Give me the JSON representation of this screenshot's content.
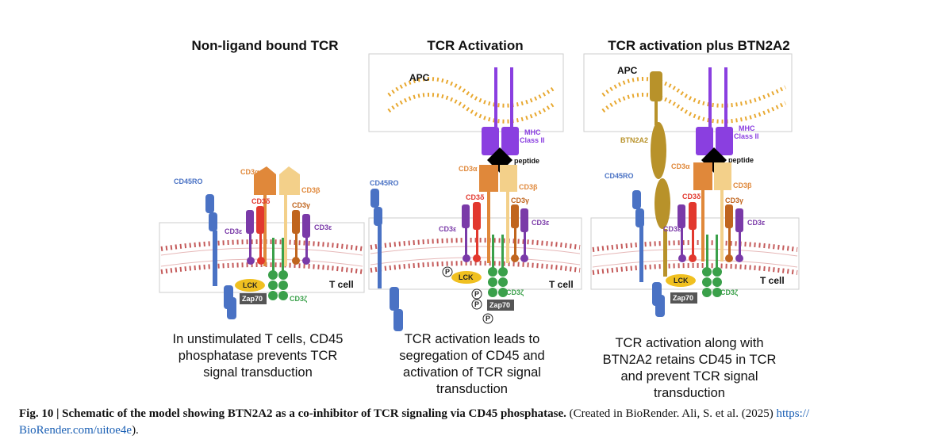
{
  "panels": [
    {
      "title": "Non-ligand bound TCR",
      "caption": [
        "In unstimulated T cells, CD45",
        "phosphatase prevents TCR",
        "signal transduction"
      ]
    },
    {
      "title": "TCR Activation",
      "caption": [
        "TCR activation leads to",
        "segregation of CD45 and",
        "activation of TCR signal",
        "transduction"
      ]
    },
    {
      "title": "TCR activation plus BTN2A2",
      "caption": [
        "TCR activation along with",
        "BTN2A2 retains CD45 in TCR",
        "and prevent TCR signal",
        "transduction"
      ]
    }
  ],
  "labels": {
    "apc": "APC",
    "t_cell": "T cell",
    "cd45ro": "CD45RO",
    "cd3a": "CD3α",
    "cd3b": "CD3β",
    "cd3d": "CD3δ",
    "cd3g": "CD3γ",
    "cd3e": "CD3ε",
    "cd3z": "CD3ζ",
    "lck": "LCK",
    "zap70": "Zap70",
    "mhc1": "MHC",
    "mhc2": "Class II",
    "peptide": "peptide",
    "p": "P",
    "btn2a2": "BTN2A2"
  },
  "figure_caption": {
    "label": "Fig. 10 | Schematic of the model showing BTN2A2 as a co-inhibitor of TCR signaling via CD45 phosphatase.",
    "text": " (Created in BioRender. Ali, S. et al. (2025) ",
    "link1": "https://",
    "link2": "BioRender.com/uitoe4e",
    "end": ")."
  },
  "colors": {
    "cd45": "#4a72c4",
    "cd3a": "#e0883a",
    "cd3b": "#f3d08a",
    "cd3d": "#e2382e",
    "cd3g": "#c0651e",
    "cd3e": "#7a3aa8",
    "cd3z": "#3aa04a",
    "lck": "#f0c020",
    "zap70": "#555555",
    "mhc": "#8a3fe0",
    "membrane": "#c45a5a",
    "apc_membrane": "#e8a830",
    "btn2a2": "#b8922a"
  }
}
